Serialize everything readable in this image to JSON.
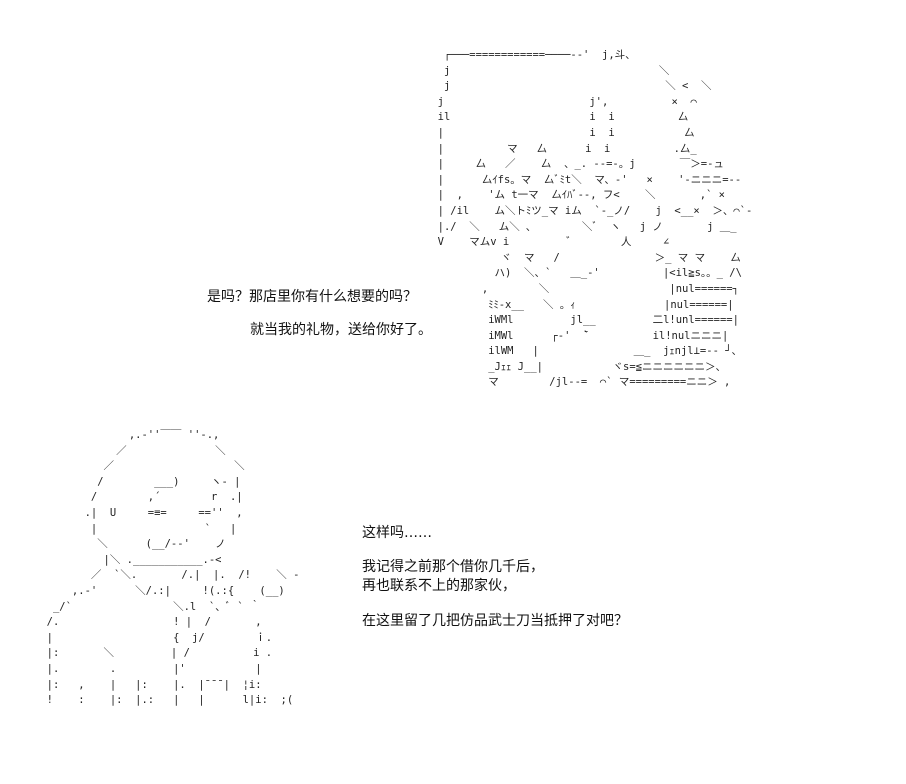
{
  "dialogue": {
    "line1": "是吗？那店里你有什么想要的吗？",
    "line2": "就当我的礼物，送给你好了。",
    "line3": "这样吗……",
    "line4": "我记得之前那个借你几千后，",
    "line5": "再也联系不上的那家伙，",
    "line6": "在这里留了几把仿品武士刀当抵押了对吧？"
  }
}
